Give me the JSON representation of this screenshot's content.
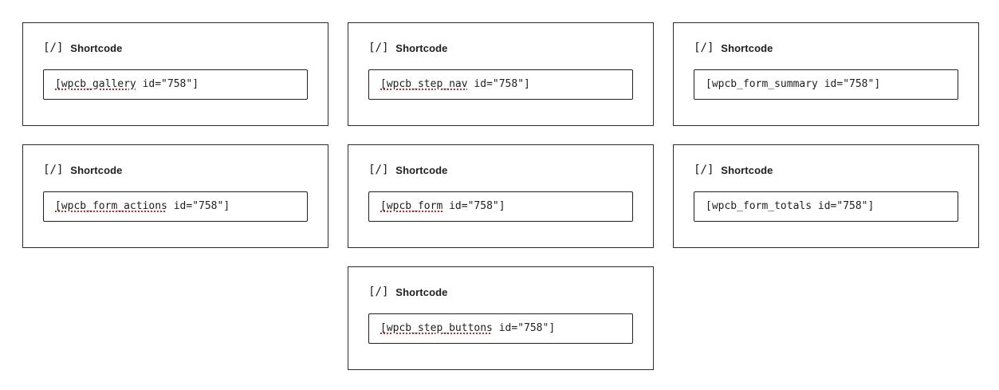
{
  "page": {
    "background_color": "#ffffff",
    "card_border_color": "#2b2b2b",
    "code_border_color": "#1e1e1e",
    "text_color": "#1e1e1e",
    "spellcheck_underline_color": "#e02020"
  },
  "blocks": [
    {
      "icon": "shortcode-bracket-icon",
      "icon_glyph": "[/]",
      "title": "Shortcode",
      "code_tag": "[wpcb_gallery",
      "code_rest": " id=\"758\"]",
      "full_code": "[wpcb_gallery id=\"758\"]",
      "spellchecked": true,
      "position": "row1-col1"
    },
    {
      "icon": "shortcode-bracket-icon",
      "icon_glyph": "[/]",
      "title": "Shortcode",
      "code_tag": "[wpcb_step_nav",
      "code_rest": " id=\"758\"]",
      "full_code": "[wpcb_step_nav id=\"758\"]",
      "spellchecked": true,
      "position": "row1-col2"
    },
    {
      "icon": "shortcode-bracket-icon",
      "icon_glyph": "[/]",
      "title": "Shortcode",
      "code_tag": "[wpcb_form_summary",
      "code_rest": " id=\"758\"]",
      "full_code": "[wpcb_form_summary id=\"758\"]",
      "spellchecked": false,
      "position": "row1-col3"
    },
    {
      "icon": "shortcode-bracket-icon",
      "icon_glyph": "[/]",
      "title": "Shortcode",
      "code_tag": "[wpcb_form_actions",
      "code_rest": " id=\"758\"]",
      "full_code": "[wpcb_form_actions id=\"758\"]",
      "spellchecked": true,
      "position": "row2-col1"
    },
    {
      "icon": "shortcode-bracket-icon",
      "icon_glyph": "[/]",
      "title": "Shortcode",
      "code_tag": "[wpcb_form",
      "code_rest": " id=\"758\"]",
      "full_code": "[wpcb_form id=\"758\"]",
      "spellchecked": true,
      "position": "row2-col2"
    },
    {
      "icon": "shortcode-bracket-icon",
      "icon_glyph": "[/]",
      "title": "Shortcode",
      "code_tag": "[wpcb_form_totals",
      "code_rest": " id=\"758\"]",
      "full_code": "[wpcb_form_totals id=\"758\"]",
      "spellchecked": false,
      "position": "row2-col3"
    },
    {
      "icon": "shortcode-bracket-icon",
      "icon_glyph": "[/]",
      "title": "Shortcode",
      "code_tag": "[wpcb_step_buttons",
      "code_rest": " id=\"758\"]",
      "full_code": "[wpcb_step_buttons id=\"758\"]",
      "spellchecked": true,
      "position": "row3-col2"
    }
  ]
}
